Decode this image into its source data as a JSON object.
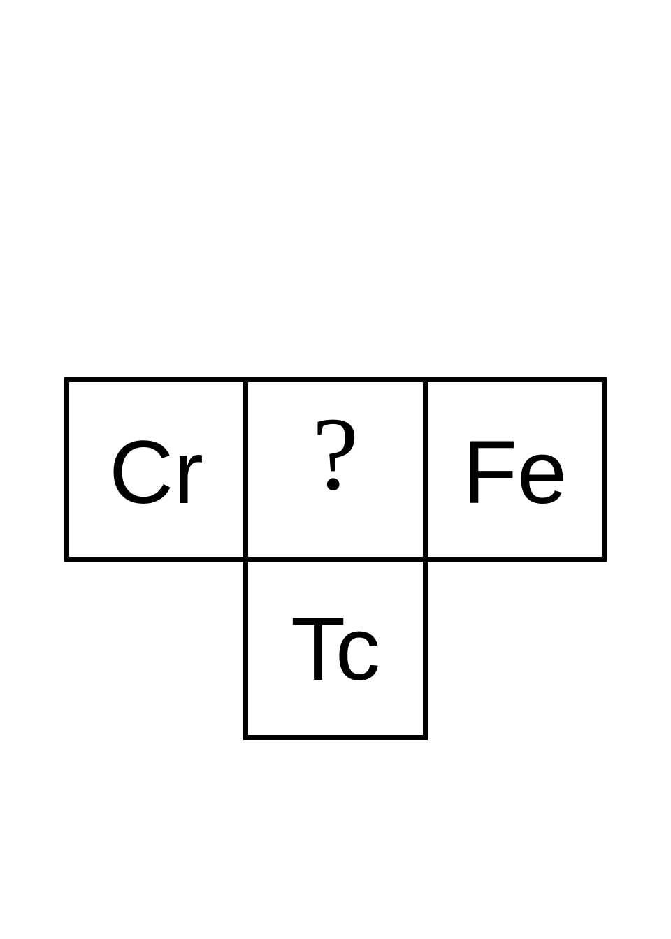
{
  "diagram": {
    "cells": {
      "left": "Cr",
      "middle": "?",
      "right": "Fe",
      "below": "Tc"
    }
  },
  "colors": {
    "border": "#000000",
    "background": "#ffffff",
    "text": "#000000"
  }
}
